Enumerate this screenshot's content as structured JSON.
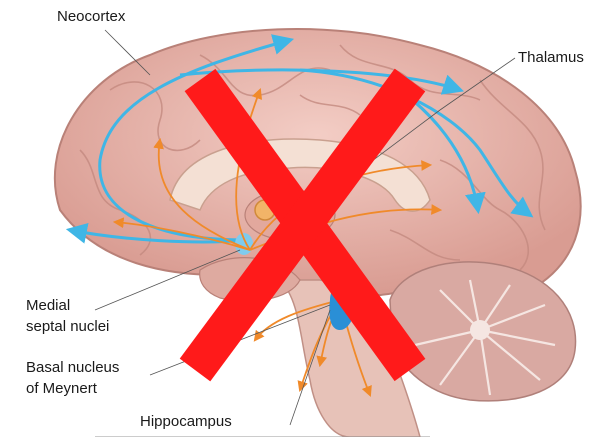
{
  "labels": {
    "neocortex": "Neocortex",
    "thalamus": "Thalamus",
    "medial_septal_line1": "Medial",
    "medial_septal_line2": "septal nuclei",
    "basal_line1": "Basal nucleus",
    "basal_line2": "of Meynert",
    "hippocampus": "Hippocampus"
  },
  "overlay": {
    "symbol": "X",
    "color": "#ff1a1a"
  },
  "colors": {
    "cortex": "#e9b7ad",
    "cortex_dark": "#c98f86",
    "cerebellum": "#d9a9a2",
    "blue_pathway": "#3fb6e6",
    "orange_pathway": "#f08a2a",
    "nucleus_blue": "#2a8fd6"
  }
}
